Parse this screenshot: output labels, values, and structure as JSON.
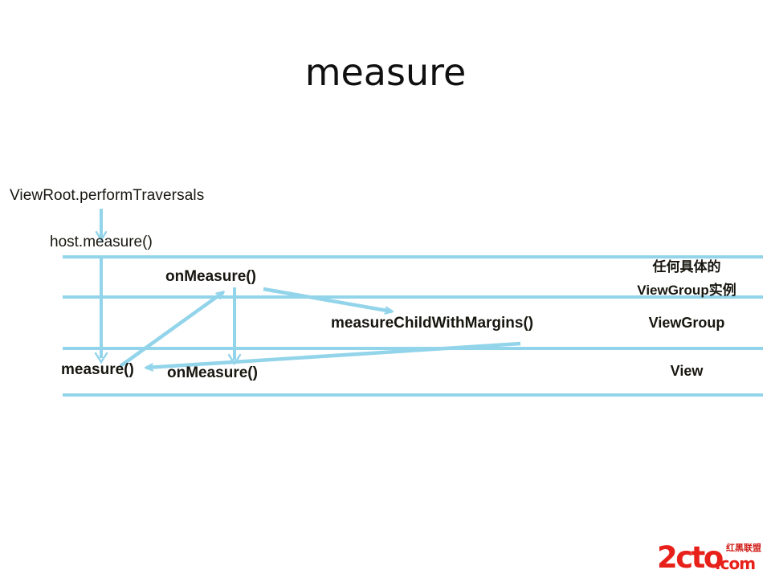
{
  "slide": {
    "title": "measure",
    "background": "#ffffff",
    "line_color": "#92d4ea",
    "text_color": "#17160f"
  },
  "diagram": {
    "type": "sequence-call-flow",
    "lane_labels": [
      {
        "id": "concrete-viewgroup-line1",
        "text": "任何具体的"
      },
      {
        "id": "concrete-viewgroup-line2",
        "text": "ViewGroup实例"
      },
      {
        "id": "viewgroup",
        "text": "ViewGroup"
      },
      {
        "id": "view",
        "text": "View"
      }
    ],
    "nodes": [
      {
        "id": "viewroot-performtraversals",
        "text": "ViewRoot.performTraversals"
      },
      {
        "id": "host-measure",
        "text": "host.measure()"
      },
      {
        "id": "onmeasure-top",
        "text": "onMeasure()"
      },
      {
        "id": "measurechildwithmargins",
        "text": "measureChildWithMargins()"
      },
      {
        "id": "measure",
        "text": "measure()"
      },
      {
        "id": "onmeasure-bottom",
        "text": "onMeasure()"
      }
    ]
  },
  "watermark": {
    "brand": "2cto",
    "domain": ".com",
    "chinese": "红黑联盟",
    "color": "#e8201a"
  }
}
